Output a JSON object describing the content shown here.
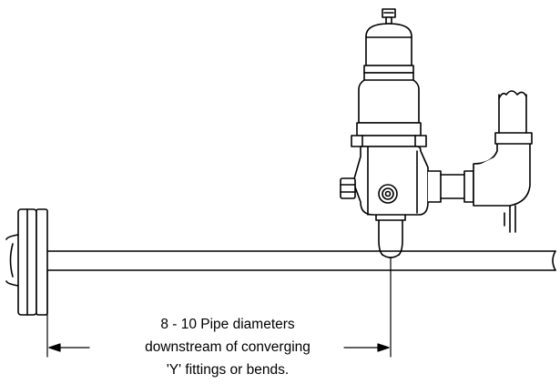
{
  "annotation": {
    "lines": [
      "8 - 10 Pipe diameters",
      "downstream of converging",
      "'Y' fittings or bends."
    ]
  }
}
